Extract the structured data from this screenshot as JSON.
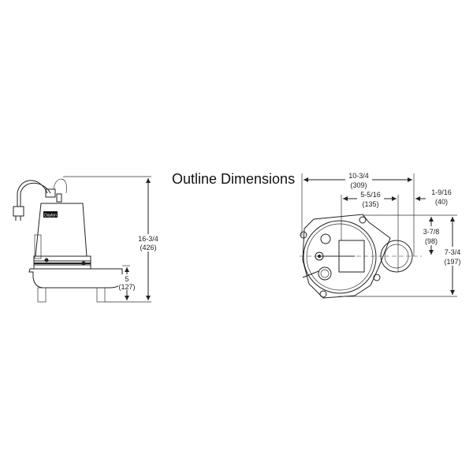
{
  "title": "Outline Dimensions",
  "side_view": {
    "brand_label": "Dayton",
    "overall_height": {
      "fraction": "16-3/4",
      "metric": "(426)"
    },
    "base_height": {
      "fraction": "5",
      "metric": "(127)"
    }
  },
  "top_view": {
    "overall_width": {
      "fraction": "10-3/4",
      "metric": "(309)"
    },
    "center_to_discharge": {
      "fraction": "5-5/16",
      "metric": "(135)"
    },
    "discharge_offset": {
      "fraction": "1-9/16",
      "metric": "(40)"
    },
    "discharge_to_edge": {
      "fraction": "3-7/8",
      "metric": "(98)"
    },
    "overall_depth": {
      "fraction": "7-3/4",
      "metric": "(197)"
    }
  }
}
